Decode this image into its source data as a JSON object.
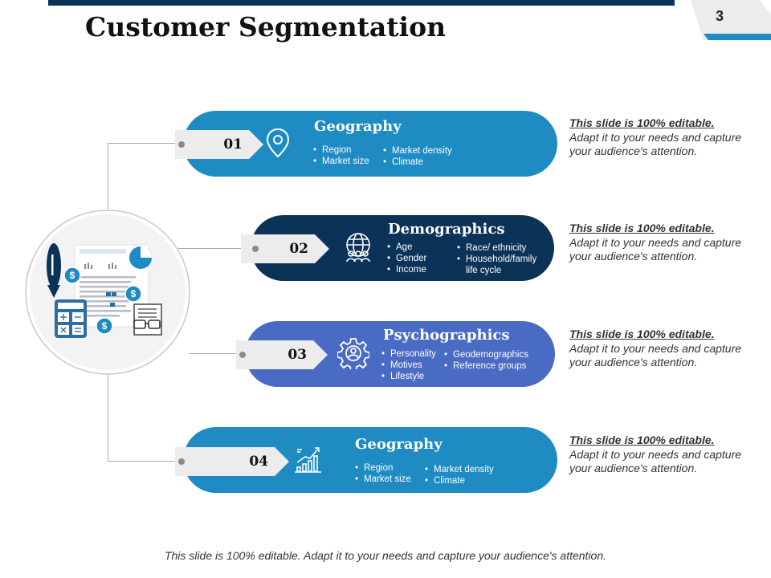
{
  "slide": {
    "title": "Customer Segmentation",
    "page_number": "3",
    "footer": "This slide is 100% editable. Adapt it to your needs and capture your audience's attention."
  },
  "segments": [
    {
      "number": "01",
      "title": "Geography",
      "icon": "location-pin-icon",
      "color": "#1e8bc3",
      "bullets_left": [
        "Region",
        "Market size"
      ],
      "bullets_right": [
        "Market density",
        "Climate"
      ],
      "note_heading": "This slide is 100% editable.",
      "note_text": "Adapt it to your needs and capture your audience's attention."
    },
    {
      "number": "02",
      "title": "Demographics",
      "icon": "globe-people-icon",
      "color": "#0b3358",
      "bullets_left": [
        "Age",
        "Gender",
        "Income"
      ],
      "bullets_right": [
        "Race/ ethnicity",
        "Household/family life cycle"
      ],
      "note_heading": "This slide is 100% editable.",
      "note_text": "Adapt it to your needs and capture your audience's attention."
    },
    {
      "number": "03",
      "title": "Psychographics",
      "icon": "gear-head-icon",
      "color": "#4a6bc4",
      "bullets_left": [
        "Personality",
        "Motives",
        "Lifestyle"
      ],
      "bullets_right": [
        "Geodemographics",
        "Reference groups"
      ],
      "note_heading": "This slide is 100% editable.",
      "note_text": "Adapt it to your needs and capture your audience's attention."
    },
    {
      "number": "04",
      "title": "Geography",
      "icon": "growth-chart-icon",
      "color": "#1e8bc3",
      "bullets_left": [
        "Region",
        "Market size"
      ],
      "bullets_right": [
        "Market density",
        "Climate"
      ],
      "note_heading": "This slide is 100% editable.",
      "note_text": "Adapt it to your needs and capture your audience's attention."
    }
  ]
}
